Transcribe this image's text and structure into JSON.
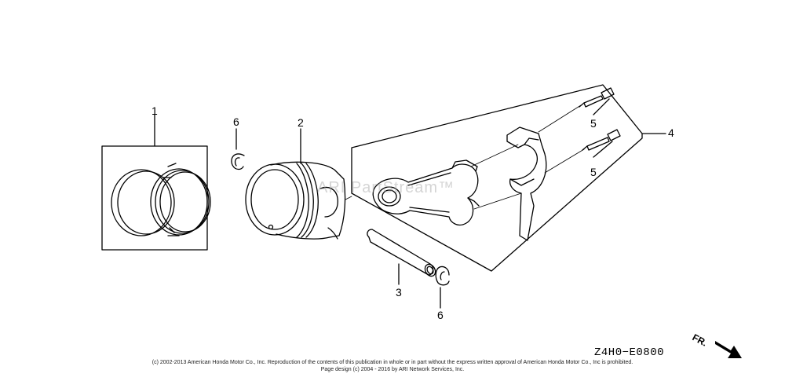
{
  "diagram": {
    "callouts": {
      "ring_set": "1",
      "piston": "2",
      "piston_pin": "3",
      "connecting_rod_set": "4",
      "rod_bolt_upper": "5",
      "rod_bolt_lower": "5",
      "clip_upper": "6",
      "clip_lower": "6"
    },
    "watermark": "ARI PartStream™",
    "figure_code": "Z4H0−E0800",
    "direction_label": "FR."
  },
  "footer": {
    "copyright_line": "(c) 2002-2013 American Honda Motor Co., Inc. Reproduction of the contents of this publication in whole or in part without the express written approval of American Honda Motor Co., Inc is prohibited.",
    "page_design_line": "Page design (c) 2004 - 2016 by ARI Network Services, Inc."
  }
}
